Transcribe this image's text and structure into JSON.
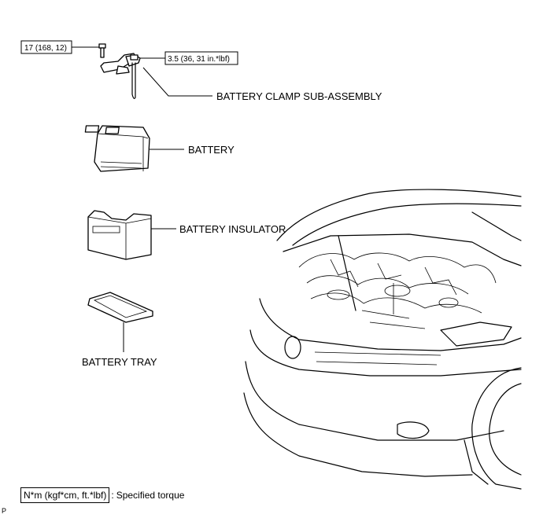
{
  "callouts": {
    "torque_bolt": "17 (168, 12)",
    "torque_nut": "3.5 (36, 31 in.*lbf)",
    "battery_clamp": "BATTERY CLAMP SUB-ASSEMBLY",
    "battery": "BATTERY",
    "battery_insulator": "BATTERY INSULATOR",
    "battery_tray": "BATTERY TRAY"
  },
  "legend": {
    "unit_box": "N*m (kgf*cm, ft.*lbf)",
    "colon": ":",
    "description": "Specified torque"
  },
  "corner_code": "P"
}
